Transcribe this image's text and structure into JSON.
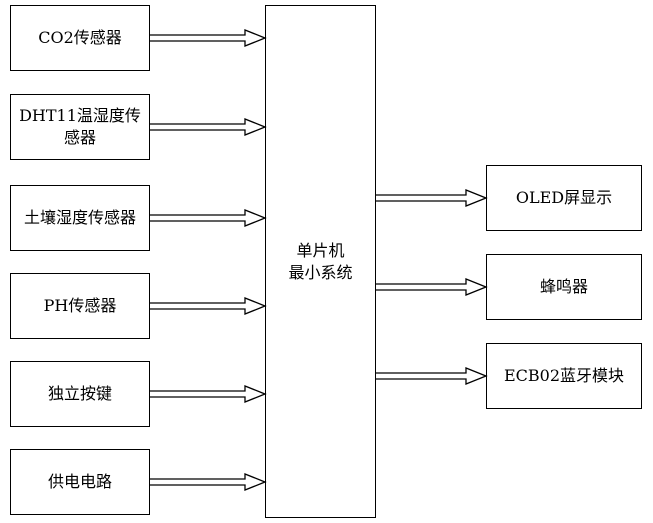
{
  "mcu": {
    "label": "单片机\n最小系统"
  },
  "inputs": [
    {
      "label": "CO2传感器"
    },
    {
      "label": "DHT11温湿度传\n感器"
    },
    {
      "label": "土壤湿度传感器"
    },
    {
      "label": "PH传感器"
    },
    {
      "label": "独立按键"
    },
    {
      "label": "供电电路"
    }
  ],
  "outputs": [
    {
      "label": "OLED屏显示"
    },
    {
      "label": "蜂鸣器"
    },
    {
      "label": "ECB02蓝牙模块"
    }
  ]
}
